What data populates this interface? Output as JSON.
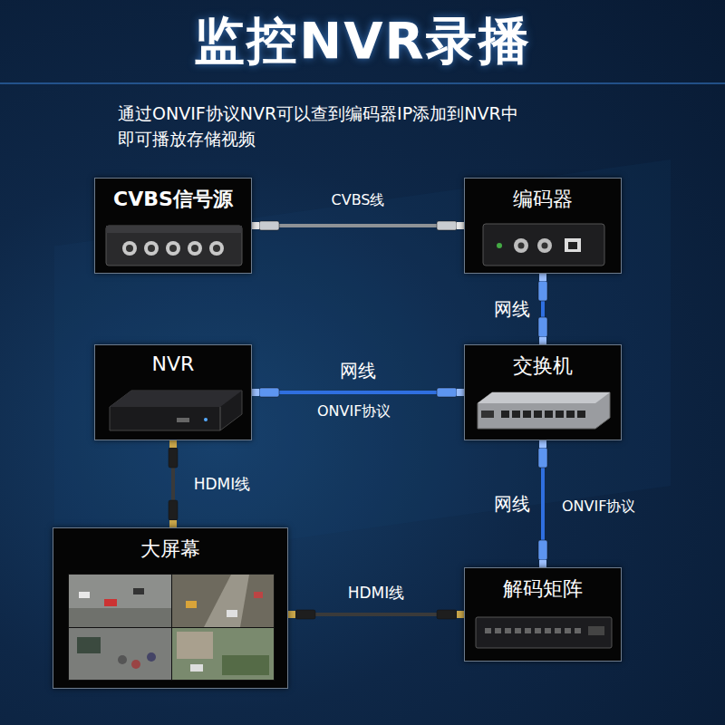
{
  "diagram": {
    "title": "监控NVR录播",
    "nodes": [
      {
        "text": [
          "CVBS信号源"
        ]
      },
      {
        "text": [
          "编码器"
        ]
      },
      {
        "text": [
          "NVR"
        ]
      },
      {
        "text": [
          "交换机"
        ]
      },
      {
        "text": [
          "大屏幕"
        ]
      },
      {
        "text": [
          "解码矩阵"
        ]
      }
    ],
    "edges": [
      {
        "from": 0,
        "to": 1,
        "label": "CVBS线",
        "arrow": "none"
      },
      {
        "from": 1,
        "to": 3,
        "label": "网线",
        "arrow": "none"
      },
      {
        "from": 3,
        "to": 2,
        "label": "网线",
        "arrow": "none"
      },
      {
        "from": 2,
        "to": 4,
        "label": "HDMI线",
        "arrow": "none"
      },
      {
        "from": 3,
        "to": 5,
        "label": "网线",
        "arrow": "none"
      },
      {
        "from": 5,
        "to": 4,
        "label": "HDMI线",
        "arrow": "none"
      }
    ],
    "labels": [
      "通过ONVIF协议NVR可以查到编码器IP添加到NVR中 即可播放存储视频",
      "ONVIF协议",
      "ONVIF协议"
    ]
  }
}
